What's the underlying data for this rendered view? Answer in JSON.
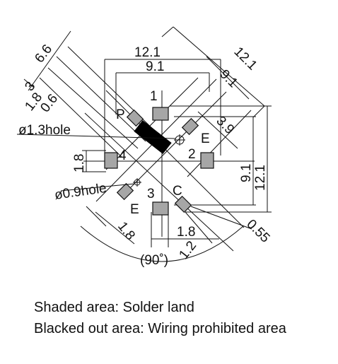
{
  "dimensions": {
    "d_6_6": "6.6",
    "d_3": "3",
    "d_1_8_top": "1.8",
    "d_0_6": "0.6",
    "d_12_1_top": "12.1",
    "d_9_1_top": "9.1",
    "d_12_1_diag": "12.1",
    "d_9_1_diag": "9.1",
    "d_3_9": "3.9",
    "d_9_1_right": "9.1",
    "d_12_1_right": "12.1",
    "d_1_8_left": "1.8",
    "d_1_8_bottom_left": "1.8",
    "d_1_8_bottom": "1.8",
    "d_1_2": "1.2",
    "d_0_55": "0.55",
    "angle": "(90˚)"
  },
  "hole_labels": {
    "large": "ø1.3hole",
    "small": "ø0.9hole"
  },
  "pin_labels": {
    "pin1": "1",
    "pin2": "2",
    "pin3": "3",
    "pin4": "4",
    "pinP": "P",
    "pinE_upper": "E",
    "pinE_lower": "E",
    "pinC": "C"
  },
  "legend": {
    "shaded": "Shaded area: Solder land",
    "blacked": "Blacked out area: Wiring prohibited area"
  },
  "colors": {
    "pad_fill": "#a6a6a6",
    "prohibited_fill": "#000000",
    "line": "#111111"
  }
}
